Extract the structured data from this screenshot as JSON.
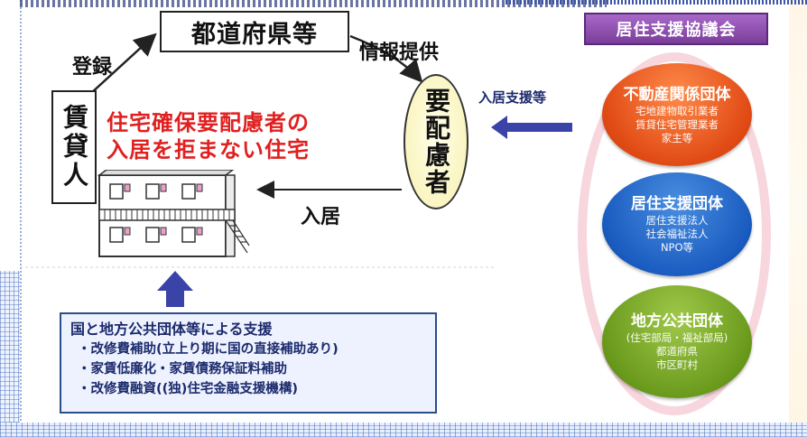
{
  "prefecture": "都道府県等",
  "landlord": "賃貸人",
  "needer": "要配慮者",
  "labels": {
    "registration": "登録",
    "info_provision": "情報提供",
    "move_in_support": "入居支援等",
    "move_in": "入居"
  },
  "housing_title": [
    "住宅確保要配慮者の",
    "入居を拒まない住宅"
  ],
  "support": {
    "title": "国と地方公共団体等による支援",
    "items": [
      "・改修費補助(立上り期に国の直接補助あり)",
      "・家賃低廉化・家賃債務保証料補助",
      "・改修費融資((独)住宅金融支援機構)"
    ]
  },
  "council": {
    "title": "居住支援協議会",
    "orgs": [
      {
        "name": "不動産関係団体",
        "members": [
          "宅地建物取引業者",
          "賃貸住宅管理業者",
          "家主等"
        ],
        "color": "#e04a14"
      },
      {
        "name": "居住支援団体",
        "members": [
          "居住支援法人",
          "社会福祉法人",
          "NPO等"
        ],
        "color": "#1a5cc0"
      },
      {
        "name": "地方公共団体",
        "members": [
          "(住宅部局・福祉部局)",
          "都道府県",
          "市区町村"
        ],
        "color": "#6a9a1c"
      }
    ]
  },
  "colors": {
    "red_text": "#e02020",
    "arrow_blue": "#3a44a8",
    "council_purple": "#7a3e9a",
    "support_text": "#1b2a6b"
  }
}
